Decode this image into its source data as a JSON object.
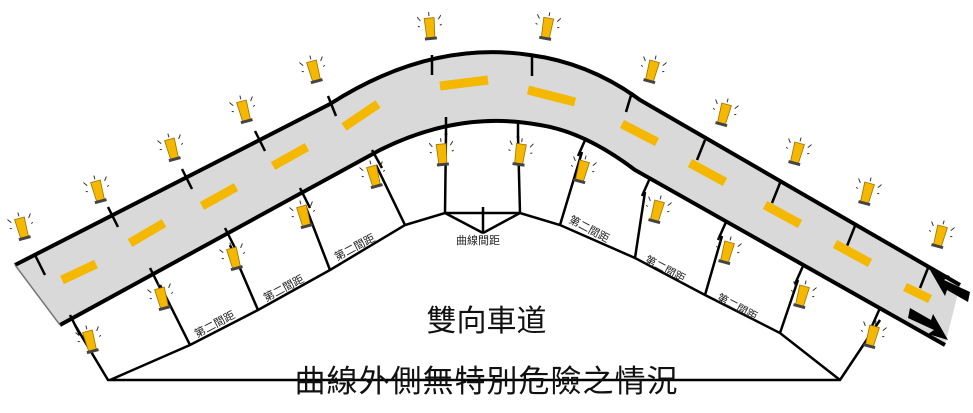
{
  "diagram": {
    "segment_label": "第二間距",
    "curve_label": "曲線間距",
    "title": "雙向車道",
    "subtitle": "曲線外側無特別危險之情況"
  },
  "colors": {
    "road": "#d9d9d9",
    "road_edge": "#000000",
    "lane_mark": "#f5b800",
    "warning_light": "#f5b800",
    "direction_arrow": "#000000"
  },
  "icons": [
    "warning-light-icon",
    "arrow-left-icon",
    "arrow-right-icon"
  ]
}
